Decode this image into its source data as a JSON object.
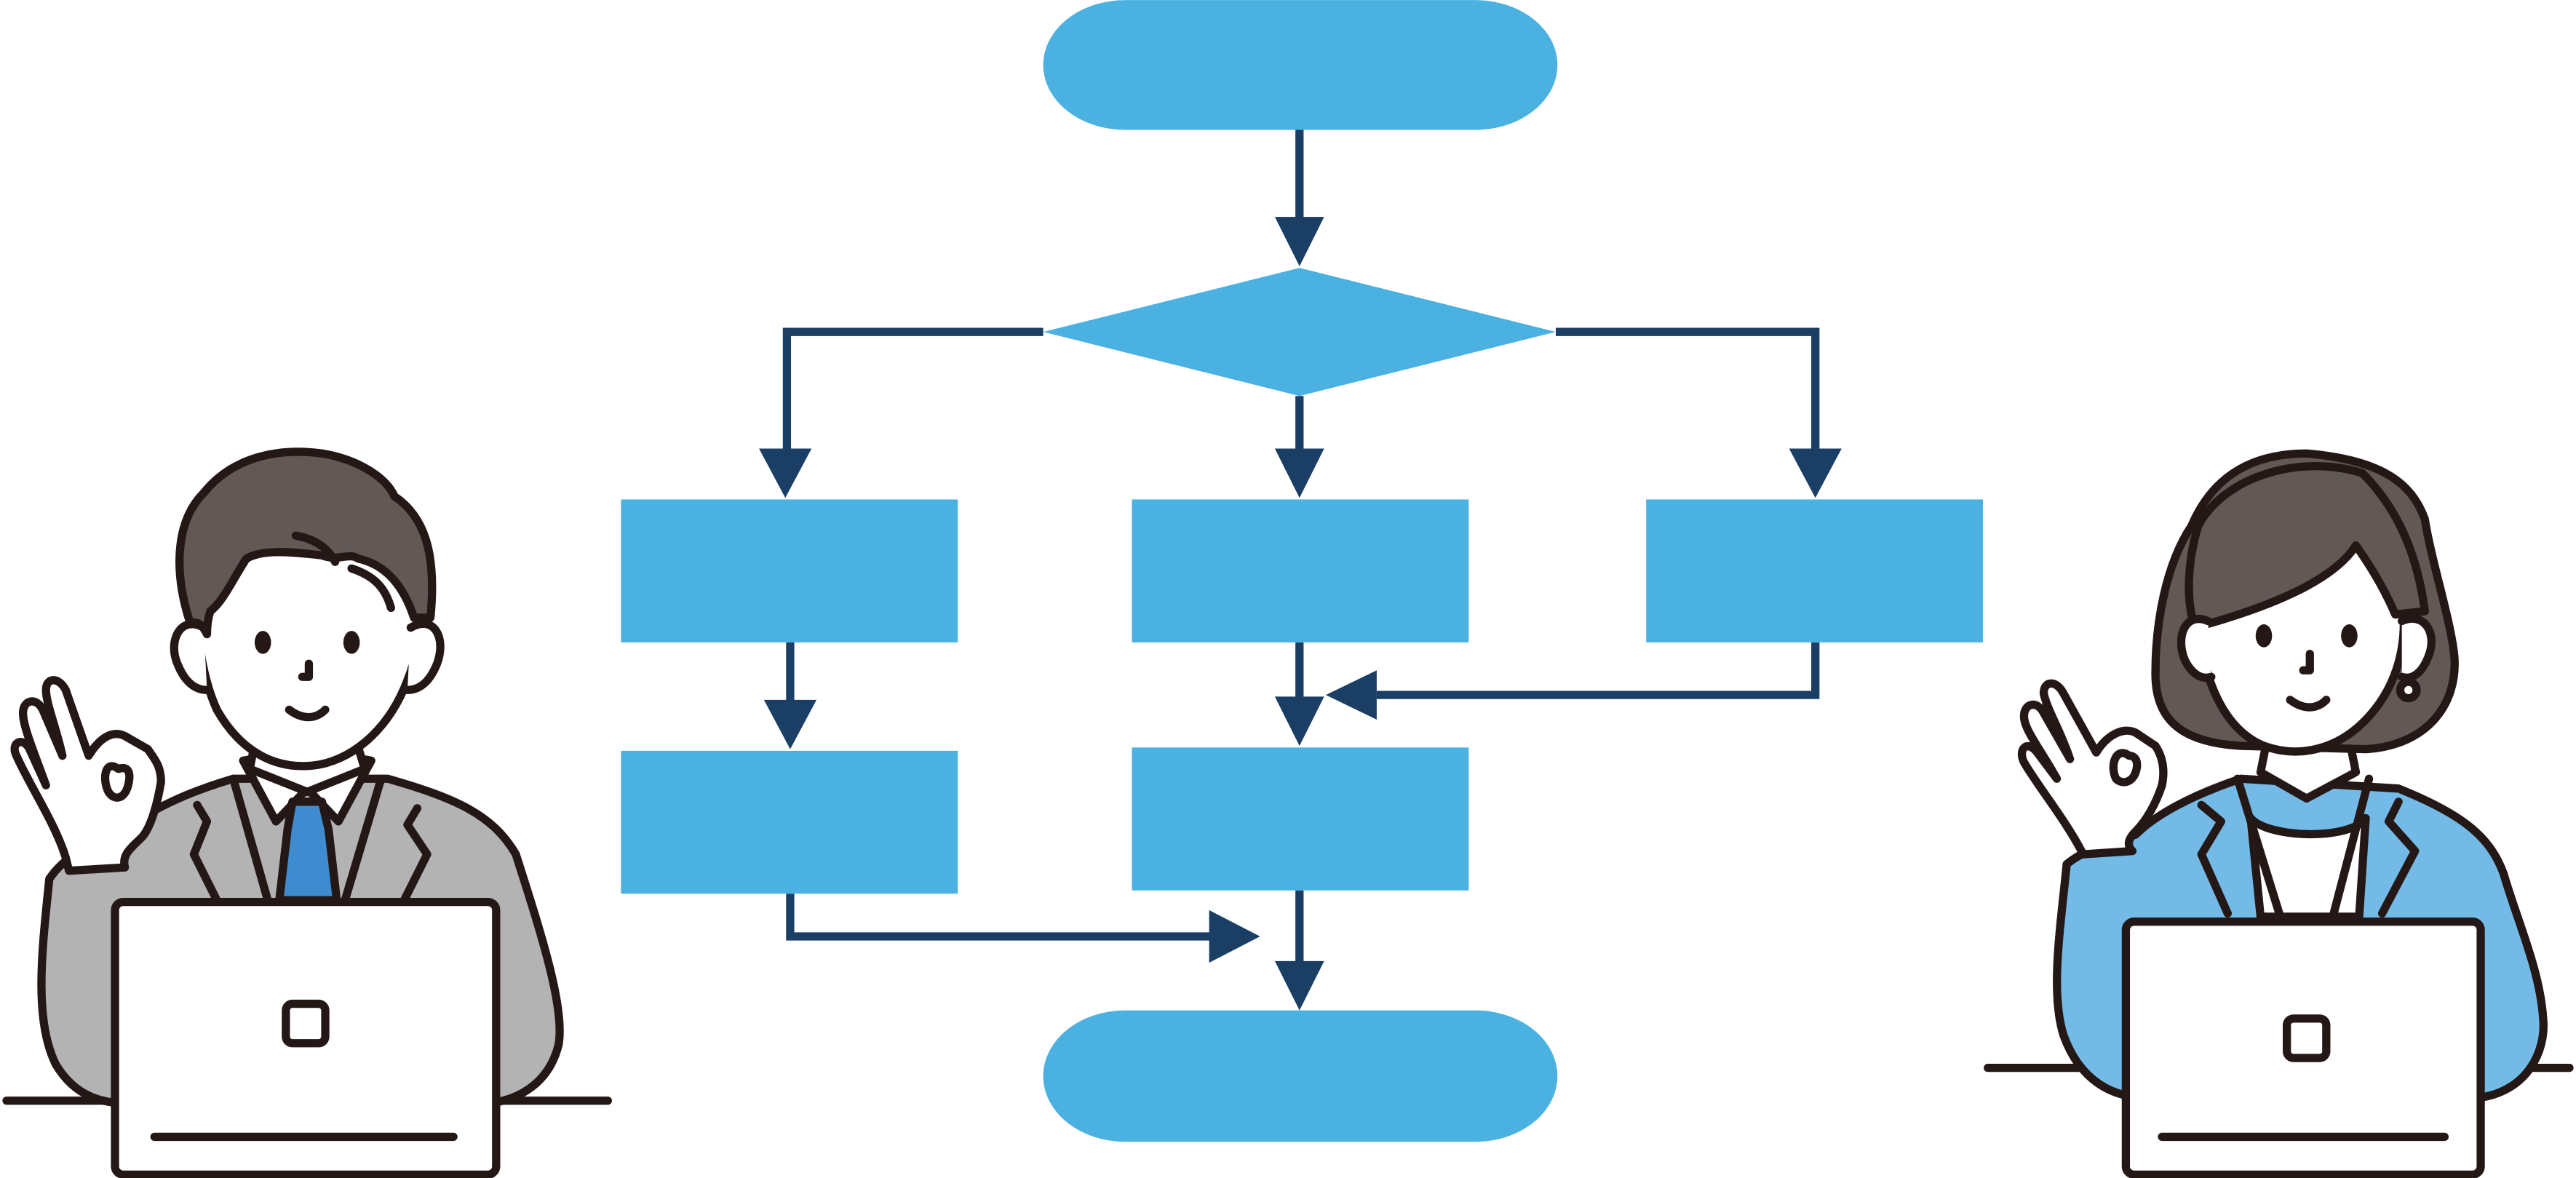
{
  "diagram": {
    "type": "flowchart",
    "shape_labels": {
      "start_terminal": "",
      "decision": "",
      "process_left_top": "",
      "process_center_top": "",
      "process_right_top": "",
      "process_left_bottom": "",
      "process_center_bottom": "",
      "end_terminal": ""
    },
    "colors": {
      "shape_fill": "#4AB1E1",
      "connector": "#1A3E64",
      "outline": "#231815",
      "hair": "#625957",
      "man_suit": "#B3B3B3",
      "man_tie": "#3E8CCF",
      "woman_jacket": "#74BAE6",
      "skin": "#FFFFFF"
    }
  },
  "illustrations": {
    "left_person": {
      "figure": "businessman",
      "gesture": "ok-hand-sign",
      "device": "laptop"
    },
    "right_person": {
      "figure": "businesswoman",
      "gesture": "ok-hand-sign",
      "device": "laptop"
    }
  },
  "icons": {
    "left_laptop": "laptop-icon",
    "right_laptop": "laptop-icon"
  }
}
